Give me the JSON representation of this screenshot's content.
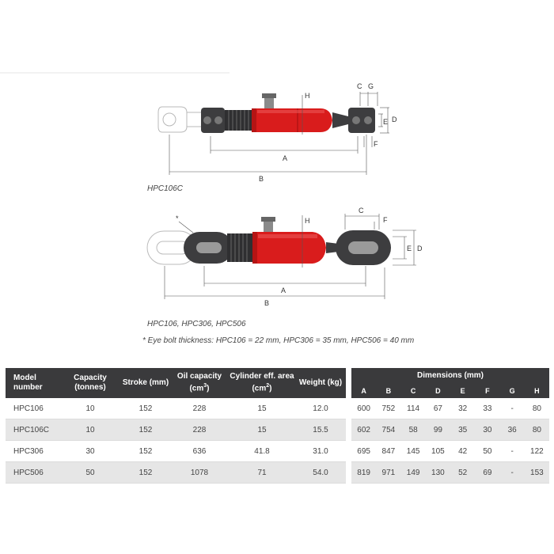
{
  "figures": {
    "top": {
      "caption": "HPC106C",
      "labels": {
        "a": "A",
        "b": "B",
        "c": "C",
        "d": "D",
        "e": "E",
        "f": "F",
        "g": "G",
        "h": "H"
      }
    },
    "bottom": {
      "caption": "HPC106, HPC306, HPC506",
      "asterisk": "*",
      "labels": {
        "a": "A",
        "b": "B",
        "c": "C",
        "d": "D",
        "e": "E",
        "f": "F",
        "h": "H"
      }
    },
    "note": "* Eye bolt thickness: HPC106 = 22 mm, HPC306 = 35 mm, HPC506 = 40 mm"
  },
  "colors": {
    "cylinder_red": "#d91c1c",
    "header_dark": "#3a3a3c",
    "row_alt": "#e6e6e6"
  },
  "specs_table": {
    "headers": {
      "model": "Model number",
      "capacity": "Capacity (tonnes)",
      "stroke": "Stroke (mm)",
      "oil_label": "Oil capacity (cm",
      "area_label": "Cylinder eff. area (cm",
      "sup2": "3",
      "sup_area": "2",
      "close": ")",
      "weight": "Weight (kg)"
    },
    "rows": [
      {
        "model": "HPC106",
        "capacity": "10",
        "stroke": "152",
        "oil": "228",
        "area": "15",
        "weight": "12.0"
      },
      {
        "model": "HPC106C",
        "capacity": "10",
        "stroke": "152",
        "oil": "228",
        "area": "15",
        "weight": "15.5"
      },
      {
        "model": "HPC306",
        "capacity": "30",
        "stroke": "152",
        "oil": "636",
        "area": "41.8",
        "weight": "31.0"
      },
      {
        "model": "HPC506",
        "capacity": "50",
        "stroke": "152",
        "oil": "1078",
        "area": "71",
        "weight": "54.0"
      }
    ]
  },
  "dims_table": {
    "title": "Dimensions (mm)",
    "letters": [
      "A",
      "B",
      "C",
      "D",
      "E",
      "F",
      "G",
      "H"
    ],
    "rows": [
      [
        "600",
        "752",
        "114",
        "67",
        "32",
        "33",
        "-",
        "80"
      ],
      [
        "602",
        "754",
        "58",
        "99",
        "35",
        "30",
        "36",
        "80"
      ],
      [
        "695",
        "847",
        "145",
        "105",
        "42",
        "50",
        "-",
        "122"
      ],
      [
        "819",
        "971",
        "149",
        "130",
        "52",
        "69",
        "-",
        "153"
      ]
    ]
  }
}
